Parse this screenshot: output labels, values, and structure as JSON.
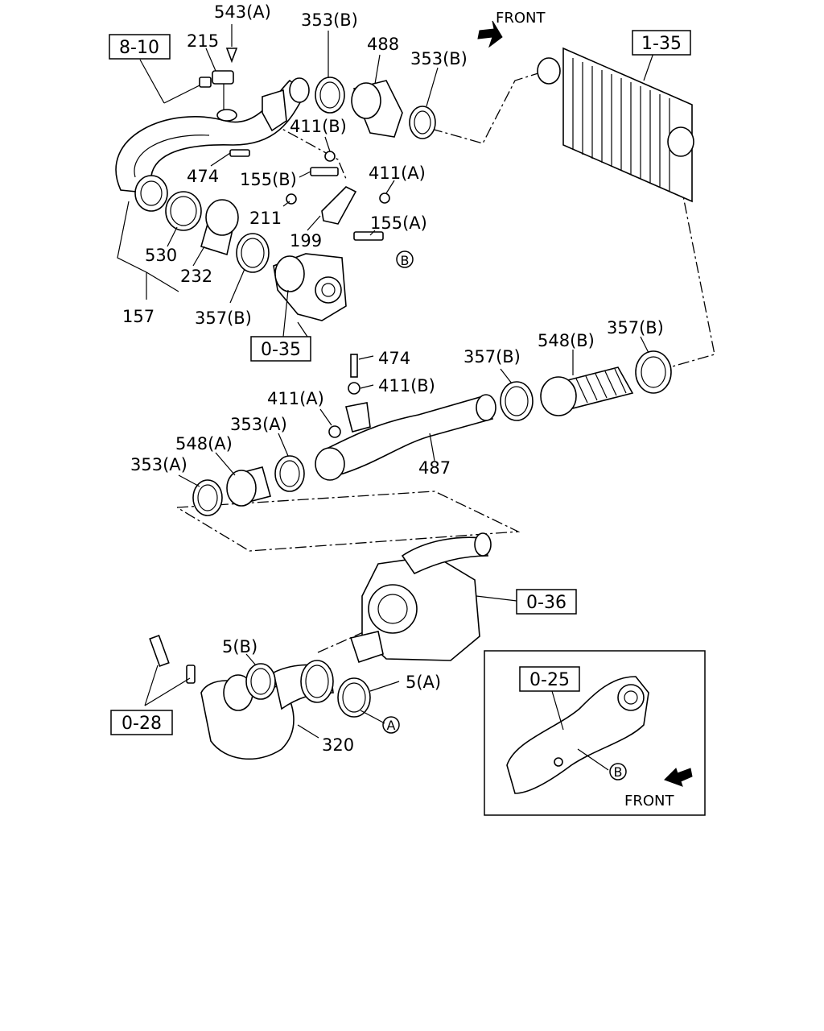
{
  "labels": {
    "p543a": "543(A)",
    "p215": "215",
    "p353b_top": "353(B)",
    "p488": "488",
    "p353b_right": "353(B)",
    "front_top": "FRONT",
    "p411b_top": "411(B)",
    "p474_top": "474",
    "p155b": "155(B)",
    "p411a_top": "411(A)",
    "p211": "211",
    "p155a": "155(A)",
    "p199": "199",
    "p530": "530",
    "p232": "232",
    "p157": "157",
    "p357b_left": "357(B)",
    "p474_mid": "474",
    "p411b_mid": "411(B)",
    "p411a_mid": "411(A)",
    "p357b_mid": "357(B)",
    "p548b": "548(B)",
    "p357b_right": "357(B)",
    "p353a_mid": "353(A)",
    "p548a": "548(A)",
    "p353a_left": "353(A)",
    "p487": "487",
    "p5b": "5(B)",
    "p5a": "5(A)",
    "p320": "320",
    "front_inset": "FRONT"
  },
  "refs": {
    "r8_10": "8-10",
    "r1_35": "1-35",
    "r0_35": "0-35",
    "r0_36": "0-36",
    "r0_28": "0-28",
    "r0_25": "0-25"
  },
  "markers": {
    "circle_a": "A",
    "circle_b": "B"
  }
}
